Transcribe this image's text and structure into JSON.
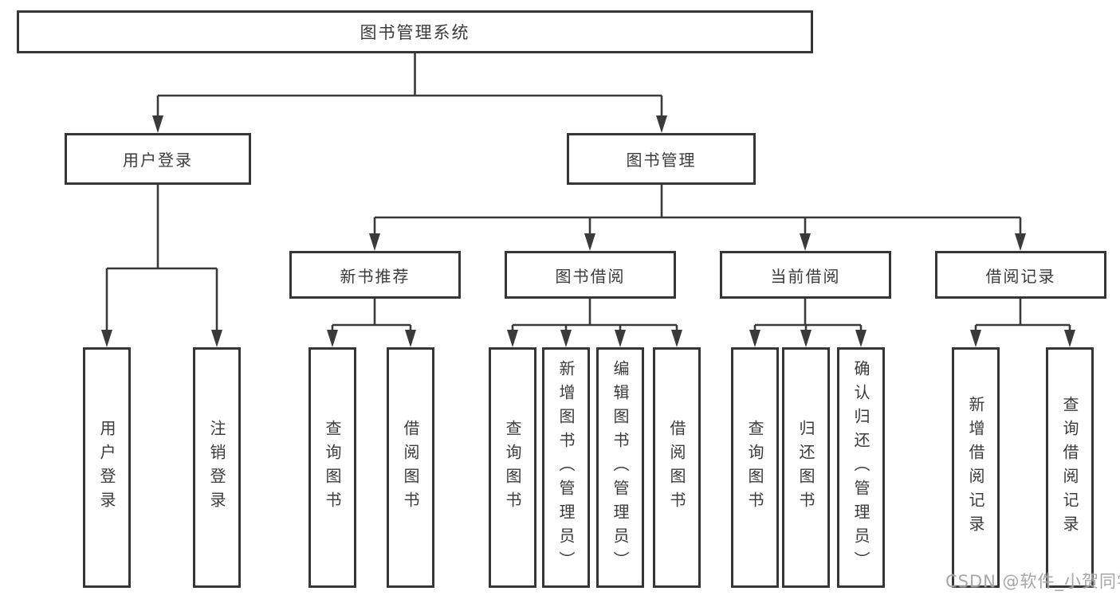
{
  "diagram_title": "图书管理系统",
  "tree": {
    "root": {
      "label": "图书管理系统",
      "children": [
        {
          "label": "用户登录",
          "children": [
            {
              "label": "用户登录"
            },
            {
              "label": "注销登录"
            }
          ]
        },
        {
          "label": "图书管理",
          "children": [
            {
              "label": "新书推荐",
              "children": [
                {
                  "label": "查询图书"
                },
                {
                  "label": "借阅图书"
                }
              ]
            },
            {
              "label": "图书借阅",
              "children": [
                {
                  "label": "查询图书"
                },
                {
                  "label": "新增图书（管理员）"
                },
                {
                  "label": "编辑图书（管理员）"
                },
                {
                  "label": "借阅图书"
                }
              ]
            },
            {
              "label": "当前借阅",
              "children": [
                {
                  "label": "查询图书"
                },
                {
                  "label": "归还图书"
                },
                {
                  "label": "确认归还（管理员）"
                }
              ]
            },
            {
              "label": "借阅记录",
              "children": [
                {
                  "label": "新增借阅记录"
                },
                {
                  "label": "查询借阅记录"
                }
              ]
            }
          ]
        }
      ]
    }
  },
  "watermark": "CSDN @软件_小贺同学",
  "colors": {
    "line": "#3a3a3a",
    "border": "#363636",
    "text": "#3b3b3b",
    "watermark": "#9e9e9e",
    "background": "#ffffff"
  }
}
